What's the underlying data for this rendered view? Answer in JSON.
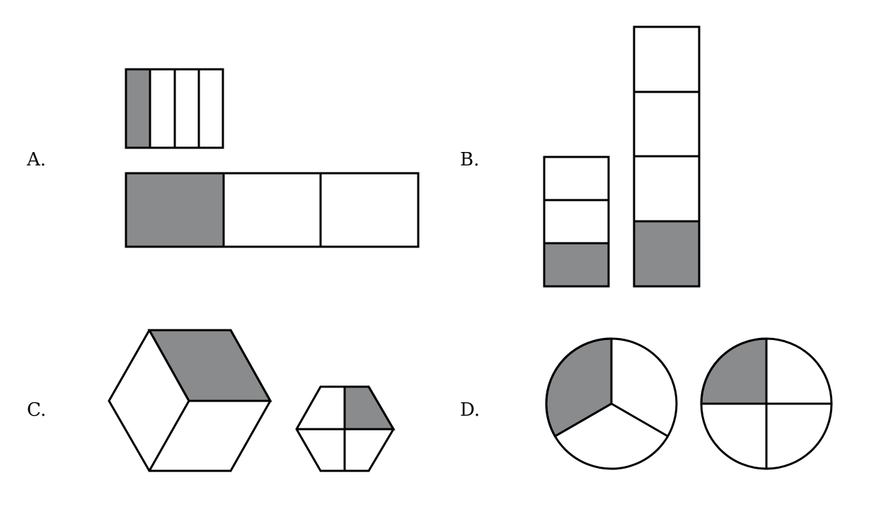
{
  "options": [
    {
      "id": "A",
      "label": "A."
    },
    {
      "id": "B",
      "label": "B."
    },
    {
      "id": "C",
      "label": "C."
    },
    {
      "id": "D",
      "label": "D."
    }
  ],
  "colors": {
    "shaded": "#8a8b8c",
    "unshaded": "#ffffff",
    "stroke": "#000000"
  },
  "figures": {
    "A": [
      {
        "shape": "rectangle",
        "split": "vertical-strips",
        "parts": 4,
        "shaded": 1
      },
      {
        "shape": "rectangle",
        "split": "vertical-strips",
        "parts": 3,
        "shaded": 1
      }
    ],
    "B": [
      {
        "shape": "rectangle",
        "split": "horizontal-strips",
        "parts": 3,
        "shaded": 1
      },
      {
        "shape": "rectangle",
        "split": "horizontal-strips",
        "parts": 4,
        "shaded": 1
      }
    ],
    "C": [
      {
        "shape": "hexagon",
        "split": "rhombi",
        "parts": 3,
        "shaded": 1
      },
      {
        "shape": "hexagon",
        "split": "quarters",
        "parts": 4,
        "shaded": 1
      }
    ],
    "D": [
      {
        "shape": "circle",
        "split": "sectors",
        "parts": 3,
        "shaded": 1
      },
      {
        "shape": "circle",
        "split": "sectors",
        "parts": 4,
        "shaded": 1
      }
    ]
  }
}
